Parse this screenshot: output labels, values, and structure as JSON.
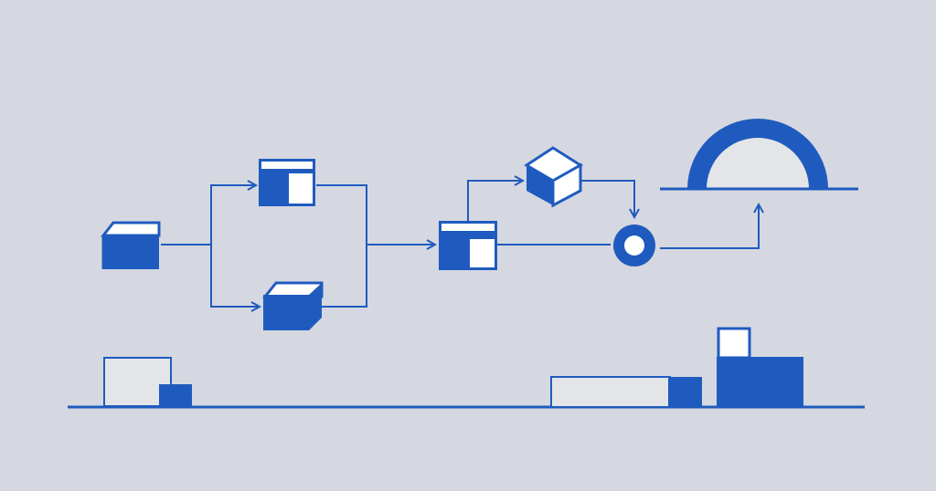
{
  "colors": {
    "background": "#d5d8e0",
    "accent": "#1f5bbf",
    "panel_light": "#e4e5e8",
    "panel_white": "#ffffff"
  },
  "diagram": {
    "kind": "flow",
    "nodes": [
      {
        "id": "source-box",
        "shape": "isometric-box"
      },
      {
        "id": "window-top",
        "shape": "window-card"
      },
      {
        "id": "box-bottom",
        "shape": "isometric-box"
      },
      {
        "id": "window-middle",
        "shape": "window-card"
      },
      {
        "id": "cube-top",
        "shape": "isometric-cube"
      },
      {
        "id": "ring-node",
        "shape": "ring"
      },
      {
        "id": "arch-gate",
        "shape": "arch"
      }
    ],
    "edges": [
      {
        "from": "source-box",
        "to": "window-top"
      },
      {
        "from": "source-box",
        "to": "box-bottom"
      },
      {
        "from": "window-top",
        "to": "window-middle"
      },
      {
        "from": "box-bottom",
        "to": "window-middle"
      },
      {
        "from": "window-middle",
        "to": "cube-top"
      },
      {
        "from": "window-middle",
        "to": "ring-node"
      },
      {
        "from": "cube-top",
        "to": "ring-node"
      },
      {
        "from": "ring-node",
        "to": "arch-gate"
      }
    ],
    "footer_blocks": [
      "left-block",
      "center-block",
      "right-block"
    ]
  }
}
